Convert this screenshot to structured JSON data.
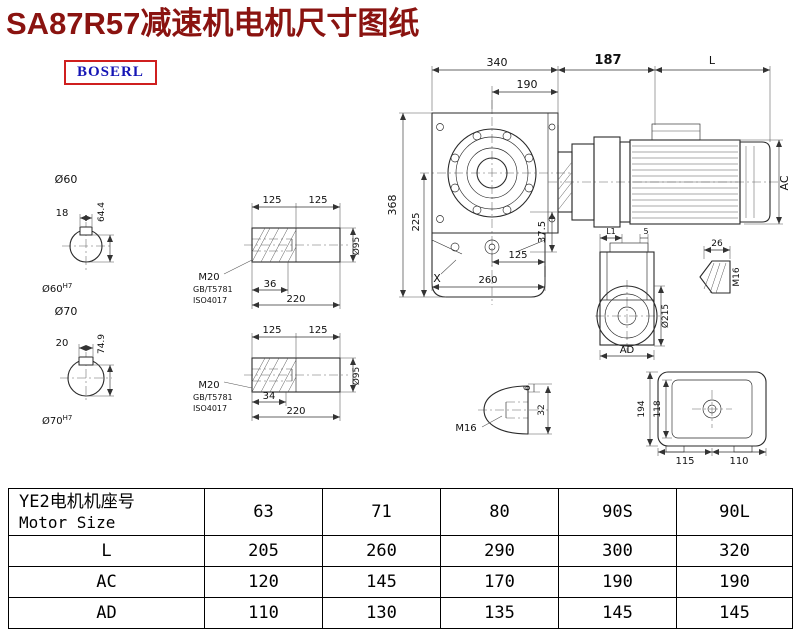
{
  "page": {
    "title": "SA87R57减速机电机尺寸图纸",
    "logo": "BOSERL"
  },
  "drawings": {
    "shaft60": {
      "dia_label": "Ø60",
      "key_width": "18",
      "depth": "64.4",
      "bore": "Ø60",
      "bore_tol": "H7"
    },
    "shaft70": {
      "dia_label": "Ø70",
      "key_width": "20",
      "depth": "74.9",
      "bore": "Ø70",
      "bore_tol": "H7"
    },
    "hollow_top": {
      "d125a": "125",
      "d125b": "125",
      "thread": "M20",
      "std1": "GB/T5781",
      "std2": "ISO4017",
      "d36": "36",
      "d220": "220",
      "dia": "Ø95"
    },
    "hollow_bottom": {
      "d125a": "125",
      "d125b": "125",
      "thread": "M20",
      "std1": "GB/T5781",
      "std2": "ISO4017",
      "d34": "34",
      "d220": "220",
      "dia": "Ø95"
    },
    "front": {
      "d340": "340",
      "d190": "190",
      "d368": "368",
      "d225": "225",
      "d37_5": "37.5",
      "d125": "125",
      "d260": "260",
      "x_mark": "X"
    },
    "motor": {
      "d187": "187",
      "l": "L",
      "ac": "AC"
    },
    "side": {
      "l1": "L1",
      "d5": "5",
      "dia215": "Ø215",
      "ad": "AD",
      "d26": "26",
      "m16": "M16"
    },
    "shaft_end": {
      "d6": "6",
      "d32": "32",
      "m16": "M16"
    },
    "rear": {
      "d194": "194",
      "d118": "118",
      "d115": "115",
      "d110": "110"
    }
  },
  "table": {
    "header": {
      "title_cn": "YE2电机机座号",
      "title_en": "Motor Size",
      "cols": [
        "63",
        "71",
        "80",
        "90S",
        "90L"
      ]
    },
    "rows": [
      {
        "label": "L",
        "values": [
          "205",
          "260",
          "290",
          "300",
          "320"
        ]
      },
      {
        "label": "AC",
        "values": [
          "120",
          "145",
          "170",
          "190",
          "190"
        ]
      },
      {
        "label": "AD",
        "values": [
          "110",
          "130",
          "135",
          "145",
          "145"
        ]
      }
    ]
  }
}
